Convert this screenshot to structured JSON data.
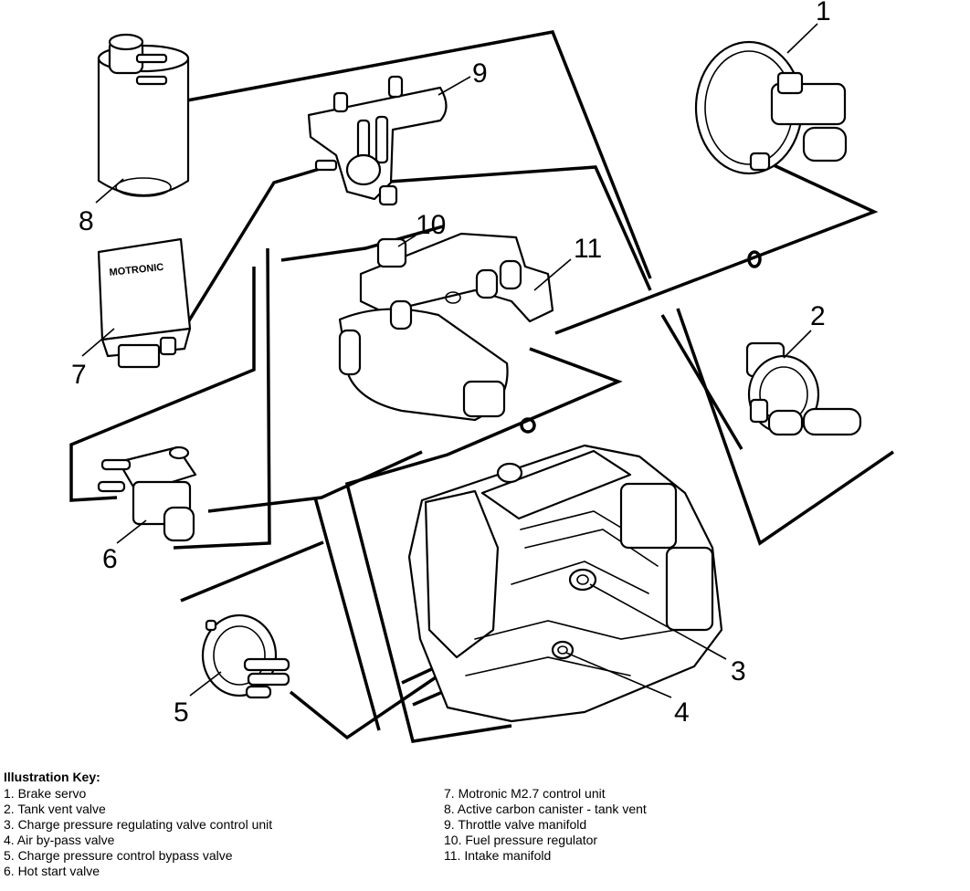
{
  "diagram": {
    "callouts": [
      "1",
      "2",
      "3",
      "4",
      "5",
      "6",
      "7",
      "8",
      "9",
      "10",
      "11"
    ],
    "control_unit_label": "MOTRONIC"
  },
  "key": {
    "title": "Illustration Key:",
    "left": [
      "1. Brake servo",
      "2. Tank vent valve",
      "3. Charge pressure regulating valve control unit",
      "4. Air by-pass valve",
      "5. Charge pressure control bypass valve",
      "6. Hot start valve"
    ],
    "right": [
      "7. Motronic M2.7 control unit",
      "8. Active carbon canister - tank vent",
      "9. Throttle valve manifold",
      "10. Fuel pressure regulator",
      "11. Intake manifold"
    ]
  }
}
